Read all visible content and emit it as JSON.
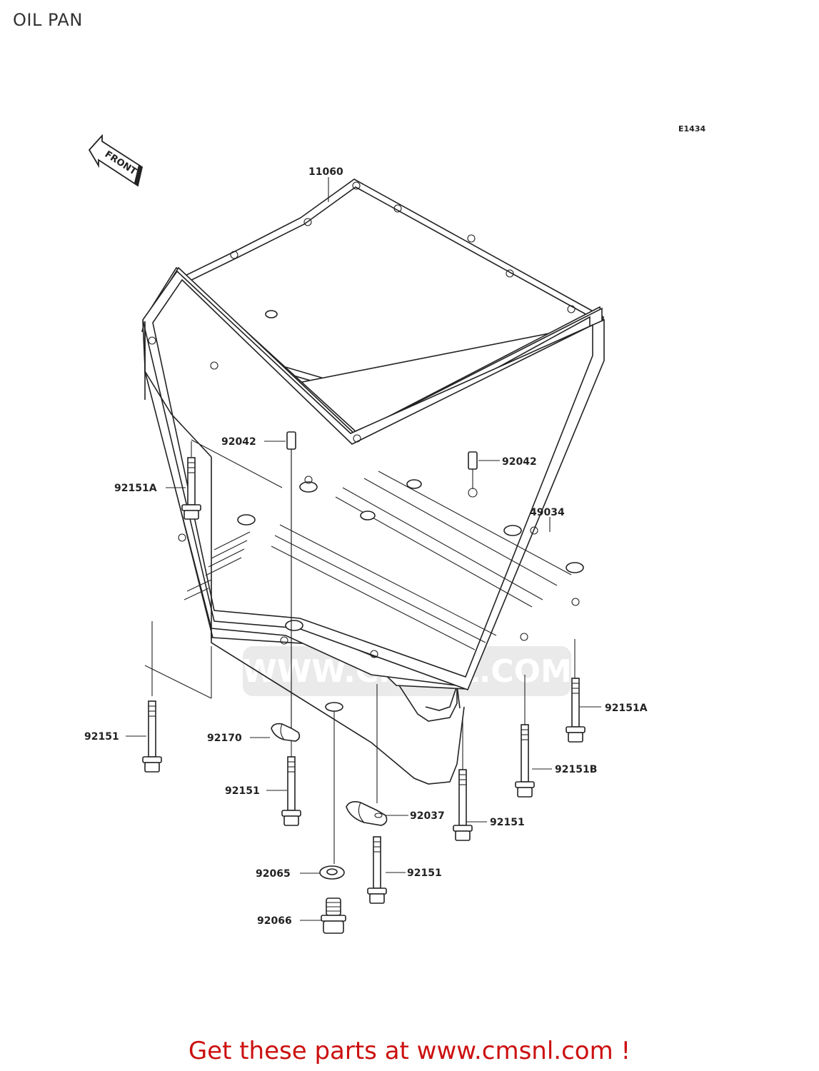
{
  "title": "OIL PAN",
  "diagram_code": "E1434",
  "front_arrow_text": "FRONT",
  "watermark": "WWW.CMSNL.COM",
  "callouts": {
    "gasket": "11060",
    "dowel_left": "92042",
    "dowel_right": "92042",
    "oil_pan": "49034",
    "bolt_a_left": "92151A",
    "bolt_a_right": "92151A",
    "bolt_b": "92151B",
    "bolt_left_long": "92151",
    "bolt_center": "92151",
    "bolt_right": "92151",
    "bolt_lower": "92151",
    "clamp_upper": "92170",
    "clamp_lower": "92037",
    "washer": "92065",
    "drain_plug": "92066"
  },
  "footer_link": "Get these parts at www.cmsnl.com !"
}
